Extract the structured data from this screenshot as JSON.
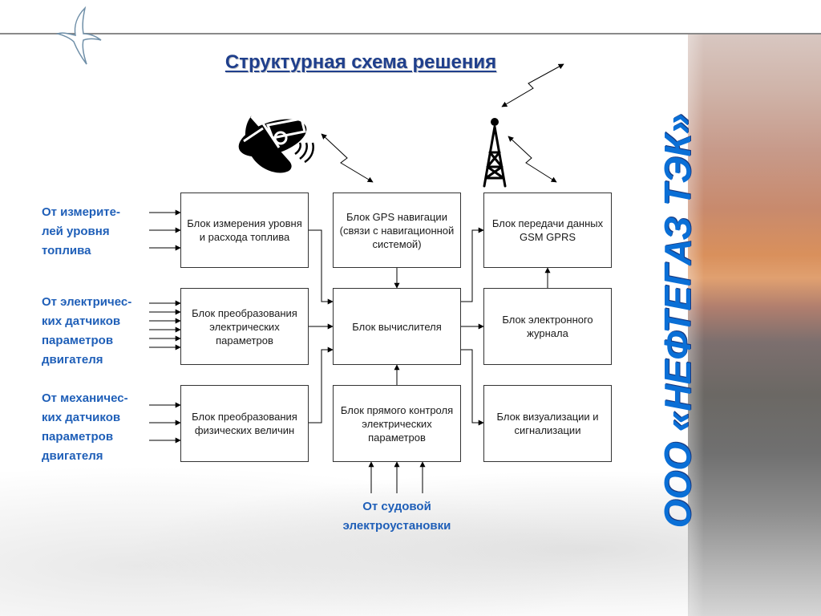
{
  "slide": {
    "title": "Структурная схема решения",
    "company": "ООО «НЕФТЕГАЗ ТЭК»"
  },
  "inputs": {
    "fuel_level": "От измерите-\nлей уровня\nтоплива",
    "electric_sensors": "От электричес-\nких датчиков\nпараметров\nдвигателя",
    "mechanical_sensors": "От механичес-\nких датчиков\nпараметров\nдвигателя",
    "ship_power": "От  судовой\nэлектроустановки"
  },
  "blocks": {
    "measure": "Блок измерения уровня и расхода топлива",
    "gps": "Блок GPS навигации (связи с навигационной системой)",
    "gsm": "Блок передачи данных GSM GPRS",
    "electric_convert": "Блок преобразования электрических параметров",
    "computer": "Блок вычислителя",
    "journal": "Блок электронного журнала",
    "physical_convert": "Блок преобразования физических величин",
    "direct_control": "Блок прямого контроля электрических параметров",
    "visualization": "Блок визуализации и сигнализации"
  },
  "icons": {
    "satellite": "satellite-icon",
    "tower": "radio-tower-icon",
    "wireless": "wireless-link-icon",
    "logo": "bird-logo-icon"
  },
  "colors": {
    "title": "#1f3f8c",
    "labels": "#1f5fb8",
    "company": "#0a6fd6",
    "lines": "#000000"
  }
}
